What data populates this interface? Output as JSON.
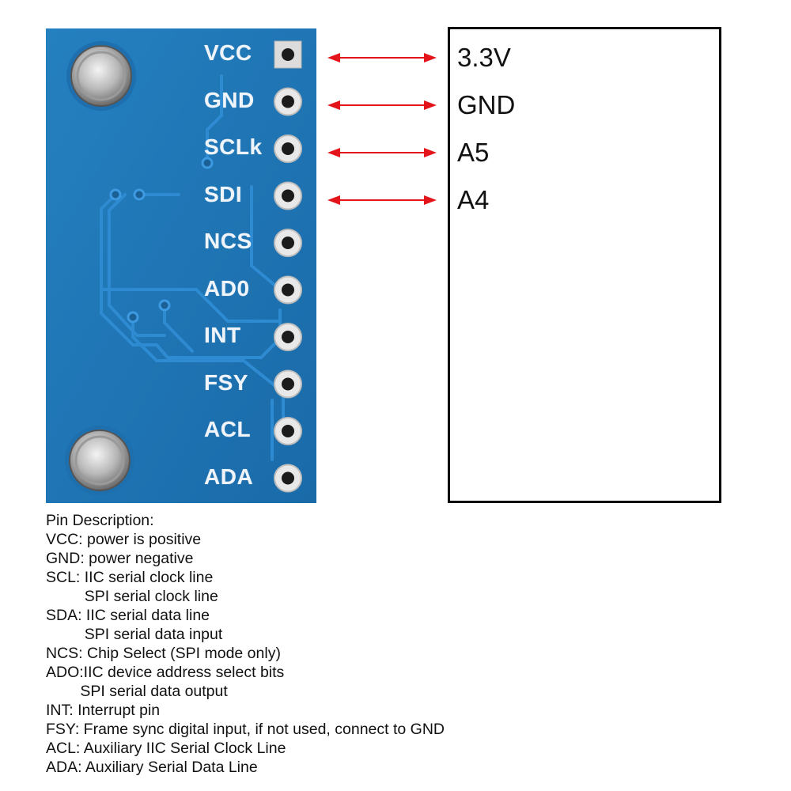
{
  "board": {
    "pins": [
      "VCC",
      "GND",
      "SCLk",
      "SDI",
      "NCS",
      "AD0",
      "INT",
      "FSY",
      "ACL",
      "ADA"
    ]
  },
  "connections": [
    {
      "pin": "VCC",
      "target": "3.3V"
    },
    {
      "pin": "GND",
      "target": "GND"
    },
    {
      "pin": "SCLk",
      "target": "A5"
    },
    {
      "pin": "SDI",
      "target": "A4"
    }
  ],
  "colors": {
    "pcb": "#1f76b4",
    "pcb_dark": "#175f95",
    "trace": "#2f8ad0",
    "arrow": "#e3151b",
    "pad": "#e8e8e8"
  },
  "description": {
    "title": "Pin Description:",
    "lines": [
      "VCC: power is positive",
      "GND: power negative",
      "SCL: IIC serial clock line",
      "         SPI serial clock line",
      "SDA: IIC serial data line",
      "         SPI serial data input",
      "NCS: Chip Select (SPI mode only)",
      "ADO:IIC device address select bits",
      "        SPI serial data output",
      "INT: Interrupt pin",
      "FSY: Frame sync digital input, if not used, connect to GND",
      "ACL: Auxiliary IIC Serial Clock Line",
      "ADA: Auxiliary Serial Data Line"
    ]
  }
}
